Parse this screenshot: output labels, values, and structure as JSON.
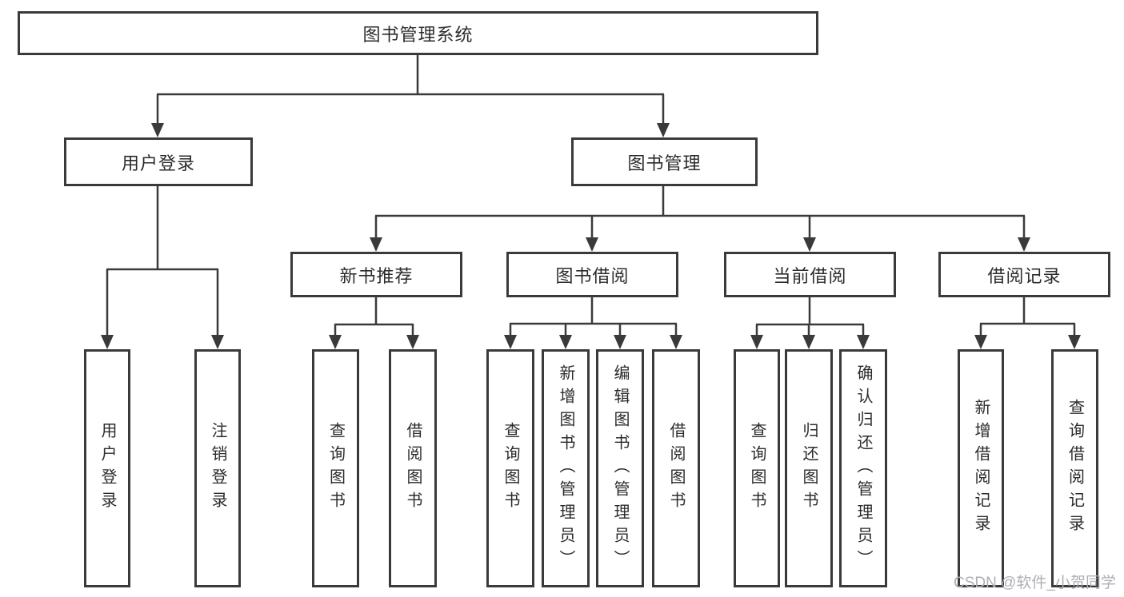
{
  "tree": {
    "root": "图书管理系统",
    "branches": [
      {
        "label": "用户登录",
        "children": [
          "用户登录",
          "注销登录"
        ]
      },
      {
        "label": "图书管理",
        "groups": [
          {
            "label": "新书推荐",
            "children": [
              "查询图书",
              "借阅图书"
            ]
          },
          {
            "label": "图书借阅",
            "children": [
              "查询图书",
              "新增图书（管理员）",
              "编辑图书（管理员）",
              "借阅图书"
            ]
          },
          {
            "label": "当前借阅",
            "children": [
              "查询图书",
              "归还图书",
              "确认归还（管理员）"
            ]
          },
          {
            "label": "借阅记录",
            "children": [
              "新增借阅记录",
              "查询借阅记录"
            ]
          }
        ]
      }
    ]
  },
  "watermark": "CSDN @软件_小贺同学",
  "colors": {
    "line": "#3a3a3a",
    "box_border": "#3a3a3a",
    "text": "#2b2b2b",
    "watermark": "#aeaeb5",
    "background": "#ffffff"
  }
}
